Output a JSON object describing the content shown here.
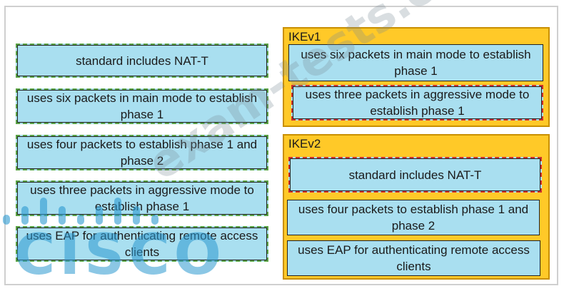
{
  "left_column": [
    {
      "text": "standard includes NAT-T"
    },
    {
      "text": "uses six packets in main mode to establish phase 1"
    },
    {
      "text": "uses four packets to establish phase 1 and phase 2"
    },
    {
      "text": "uses three packets in aggressive mode to establish phase 1"
    },
    {
      "text": "uses EAP for authenticating remote access clients"
    }
  ],
  "ikev1": {
    "title": "IKEv1",
    "items": [
      {
        "text": "uses six packets in main mode to establish phase 1"
      },
      {
        "text": "uses three packets in aggressive mode to establish phase 1"
      }
    ]
  },
  "ikev2": {
    "title": "IKEv2",
    "items": [
      {
        "text": "standard includes NAT-T"
      },
      {
        "text": "uses four packets to establish phase 1 and phase 2"
      },
      {
        "text": "uses EAP for authenticating remote access clients"
      }
    ]
  },
  "watermark": {
    "logo": "CISCO",
    "site": "exam-tests.com"
  },
  "colors": {
    "card": "#a9dff0",
    "panel": "#ffc928",
    "green_dash": "#5aa345",
    "red_dash": "#d0322c",
    "logo": "#2d9ad1"
  }
}
